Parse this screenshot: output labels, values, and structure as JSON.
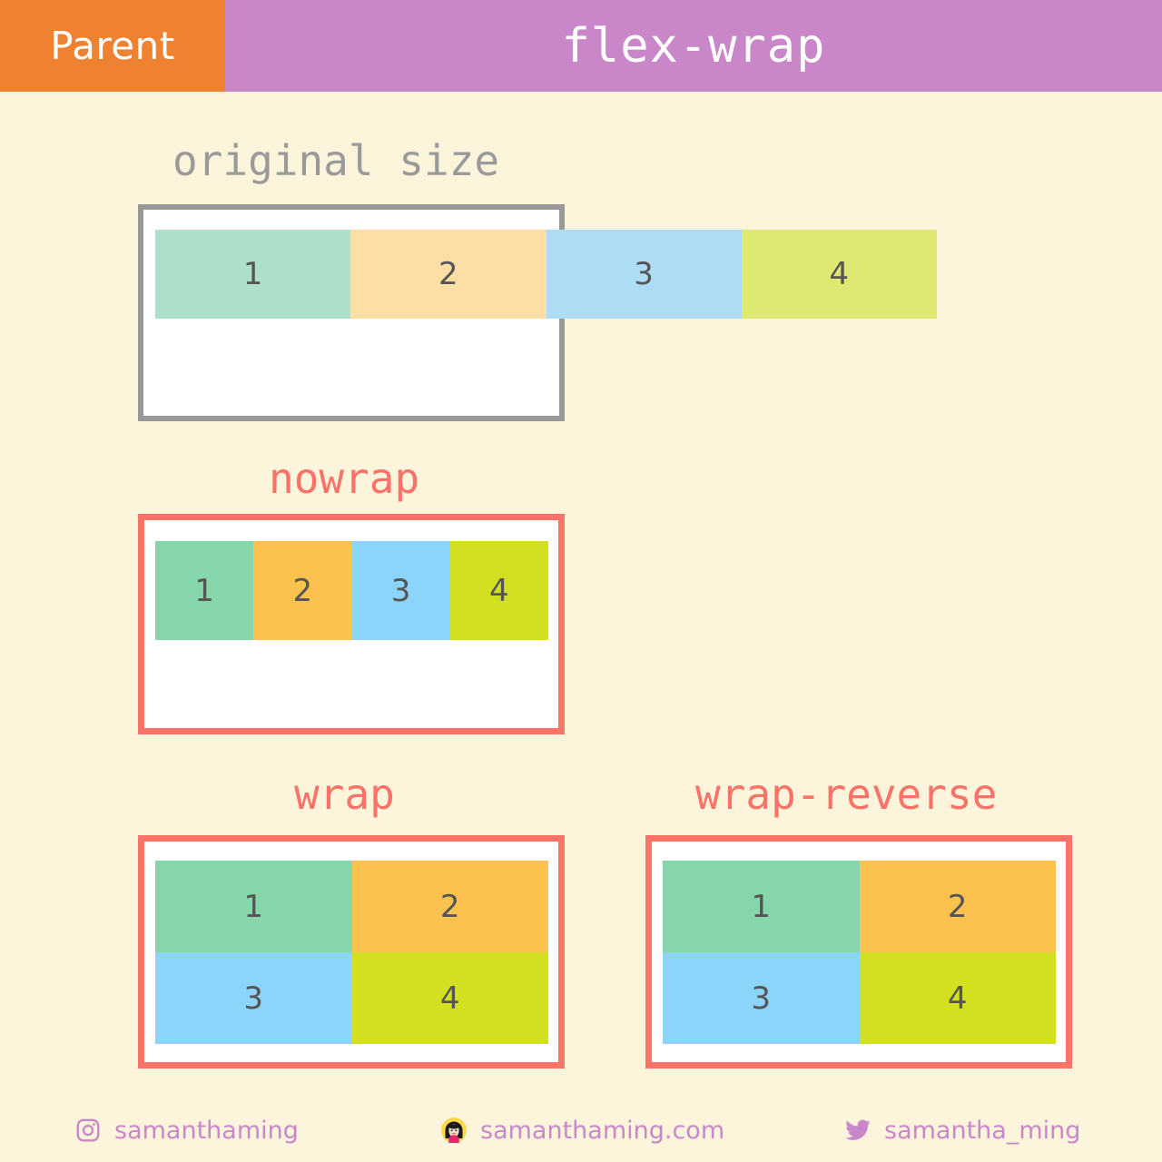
{
  "header": {
    "tab_label": "Parent",
    "title": "flex-wrap",
    "tab_color": "#EF8231",
    "bar_color": "#C987C9"
  },
  "palette": {
    "background": "#FDF5DB",
    "accent_red": "#FB7268",
    "gray_border": "#989898",
    "gray_text": "#9A9A9A",
    "item_text": "#555555",
    "item_1": "#85D6AB",
    "item_2": "#FCC24F",
    "item_3": "#8BD5FA",
    "item_4": "#D3E021",
    "item_1_faded": "#ACE0C8",
    "item_2_faded": "#FDDFA6",
    "item_3_faded": "#ADDDF4",
    "item_4_faded": "#E0E874"
  },
  "sections": {
    "original": {
      "title": "original size",
      "items": [
        "1",
        "2",
        "3",
        "4"
      ]
    },
    "nowrap": {
      "title": "nowrap",
      "items": [
        "1",
        "2",
        "3",
        "4"
      ]
    },
    "wrap": {
      "title": "wrap",
      "items": [
        "1",
        "2",
        "3",
        "4"
      ]
    },
    "wrap_reverse": {
      "title": "wrap-reverse",
      "items": [
        "3",
        "4",
        "1",
        "2"
      ]
    }
  },
  "footer": {
    "instagram": {
      "icon": "instagram-icon",
      "label": "samanthaming"
    },
    "website": {
      "icon": "avatar-icon",
      "label": "samanthaming.com",
      "emoji": "👩"
    },
    "twitter": {
      "icon": "twitter-icon",
      "label": "samantha_ming"
    }
  }
}
